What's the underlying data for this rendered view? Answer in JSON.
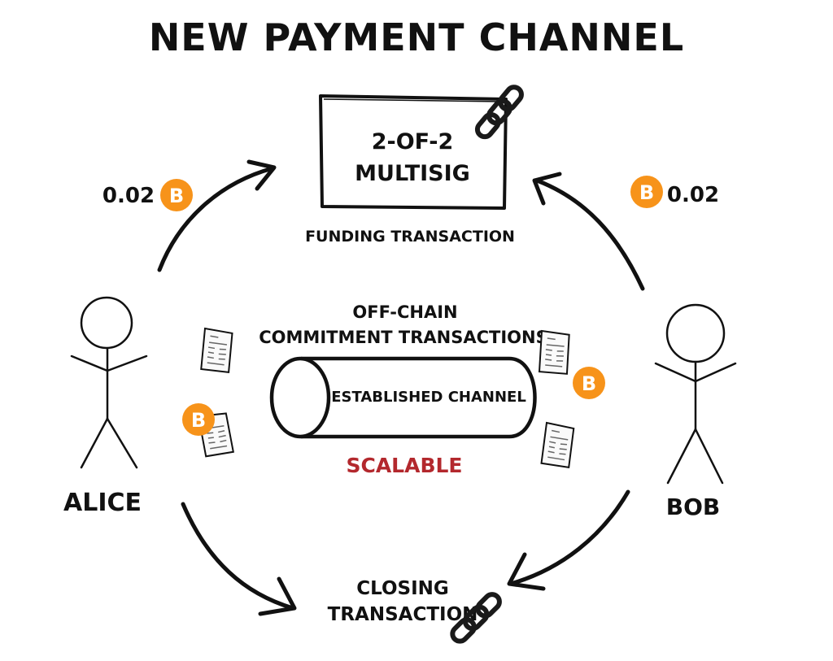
{
  "title": "NEW PAYMENT CHANNEL",
  "multisig": {
    "line1": "2-OF-2",
    "line2": "MULTISIG",
    "caption": "FUNDING TRANSACTION"
  },
  "alice": {
    "name": "ALICE",
    "amount": "0.02"
  },
  "bob": {
    "name": "BOB",
    "amount": "0.02"
  },
  "offchain": {
    "line1": "OFF-CHAIN",
    "line2": "COMMITMENT TRANSACTIONS"
  },
  "channel": {
    "label": "ESTABLISHED CHANNEL",
    "tag": "SCALABLE"
  },
  "closing": {
    "line1": "CLOSING",
    "line2": "TRANSACTION"
  },
  "coin_symbol": "B",
  "colors": {
    "bitcoin": "#F7931A",
    "ink": "#111111",
    "scalable": "#B3282D",
    "chain": "#1a1a1a"
  },
  "icons": [
    "bitcoin-icon",
    "chain-link-icon",
    "receipt-icon",
    "stick-figure-icon",
    "arrow-icon"
  ]
}
